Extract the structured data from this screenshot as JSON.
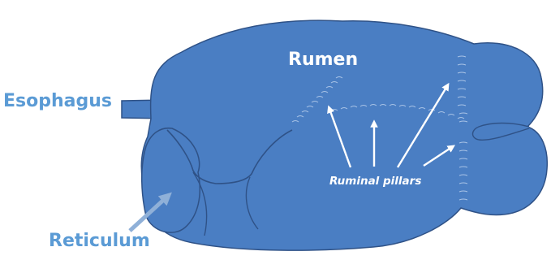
{
  "labels": {
    "esophagus": "Esophagus",
    "reticulum": "Reticulum",
    "rumen": "Rumen",
    "ruminal_pillars": "Ruminal pillars"
  },
  "colors": {
    "organ_fill": "#4a7ec3",
    "organ_outline": "#2f5287",
    "external_label": "#5b9bd5",
    "internal_label": "#ffffff",
    "pillar_marks": "#a9c3e6",
    "reticulum_arrow": "#8fb0d8"
  }
}
